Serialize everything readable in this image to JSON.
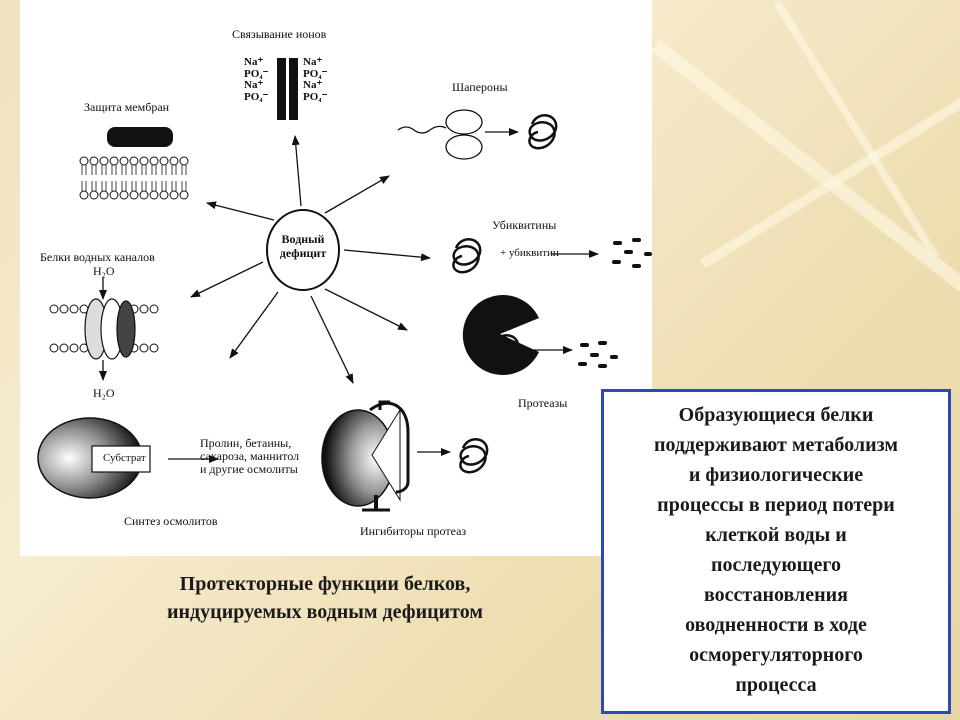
{
  "diagram": {
    "center_label": [
      "Водный",
      "дефицит"
    ],
    "labels": {
      "ion_binding": "Связывание ионов",
      "membrane_protection": "Защита мембран",
      "chaperones": "Шапероны",
      "ubiquitins": "Убиквитины",
      "plus_ubiquitin": "+ убиквитин",
      "water_channels": "Белки водных каналов",
      "h2o_top": "H₂O",
      "h2o_bottom": "H₂O",
      "proteases": "Протеазы",
      "substrate": "Субстрат",
      "osmolytes": [
        "Пролин, бетаины,",
        "сахароза, маннитол",
        "и другие осмолиты"
      ],
      "osmolyte_synthesis": "Синтез осмолитов",
      "protease_inhibitors": "Ингибиторы протеаз"
    },
    "ions_left": [
      "Na⁺",
      "PO₄⁻",
      "Na⁺",
      "PO₄⁻"
    ],
    "ions_right": [
      "Na⁺",
      "PO₄⁻",
      "Na⁺",
      "PO₄⁻"
    ]
  },
  "caption": [
    "Протекторные функции белков,",
    "индуцируемых водным дефицитом"
  ],
  "info_box": [
    "Образующиеся белки",
    "поддерживают метаболизм",
    "и физиологические",
    "процессы в период потери",
    "клеткой воды и",
    "последующего",
    "восстановления",
    "оводненности в ходе",
    "осморегуляторного",
    "процесса"
  ],
  "colors": {
    "box_border": "#2b4ab8",
    "background": "#efe2bd",
    "figure_bg": "#ffffff"
  }
}
